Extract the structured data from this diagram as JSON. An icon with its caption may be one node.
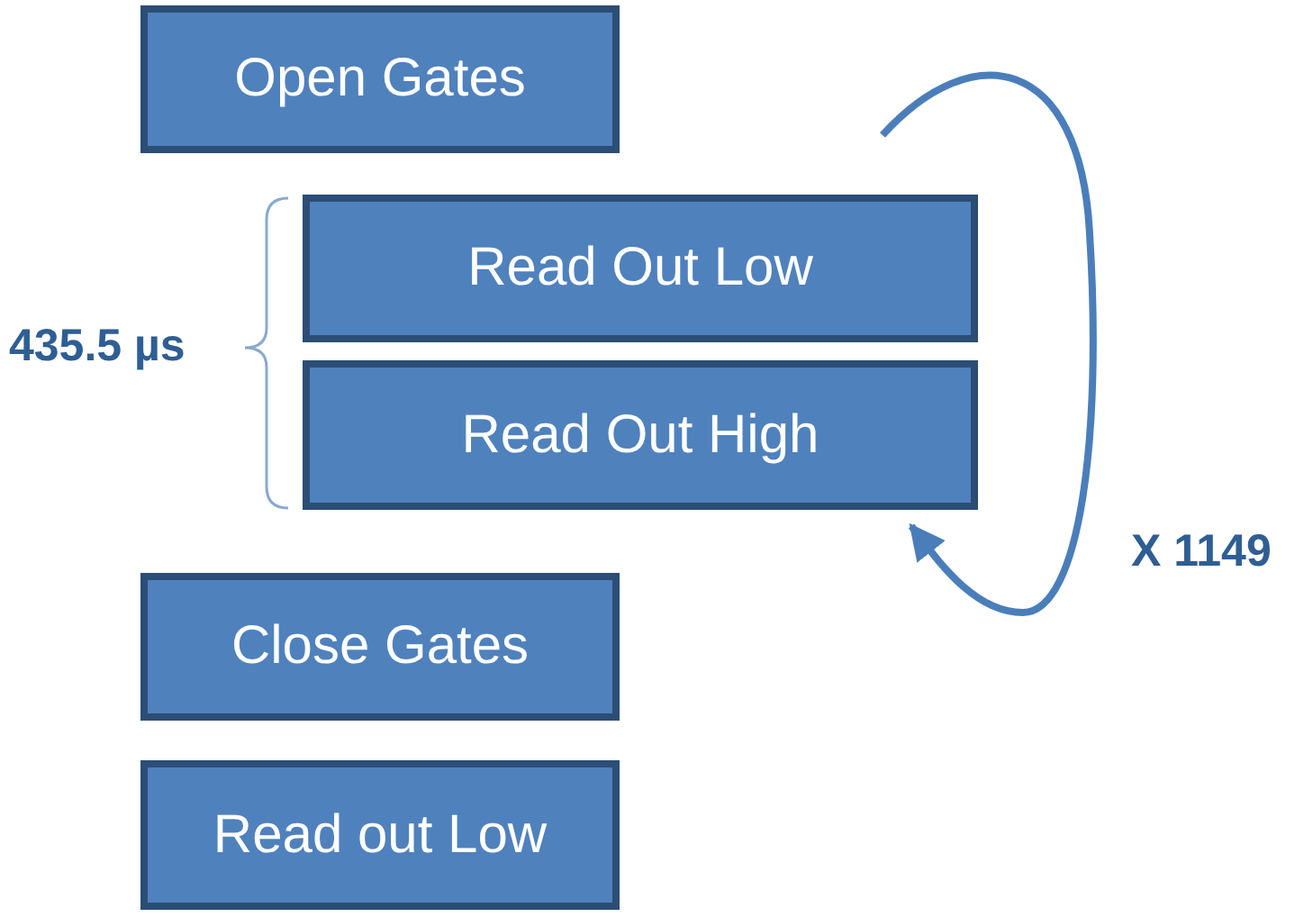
{
  "diagram": {
    "nodes": [
      {
        "text": [
          "Open Gates"
        ]
      },
      {
        "text": [
          "Read Out Low"
        ]
      },
      {
        "text": [
          "Read Out High"
        ]
      },
      {
        "text": [
          "Close Gates"
        ]
      },
      {
        "text": [
          "Read out Low"
        ]
      }
    ],
    "edges": [
      {
        "from": null,
        "to": 2,
        "arrow": "to"
      }
    ],
    "labels": [
      "435.5 µs",
      "X 1149"
    ]
  }
}
